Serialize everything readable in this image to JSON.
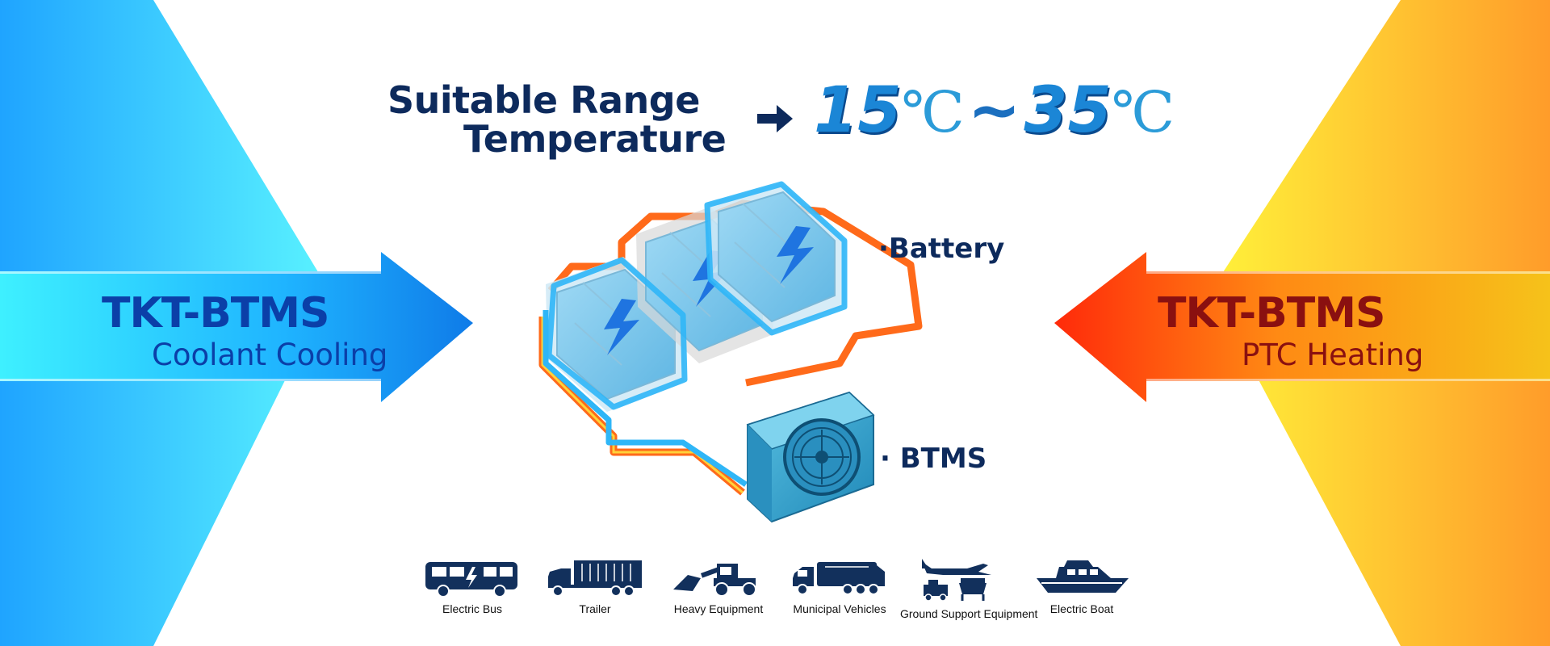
{
  "banner": {
    "heading_line1": "Suitable Range",
    "heading_line2": "Temperature",
    "range_low": "15",
    "range_high": "35",
    "range_unit": "℃",
    "range_separator": "~",
    "left_title": "TKT-BTMS",
    "left_subtitle": "Coolant Cooling",
    "right_title": "TKT-BTMS",
    "right_subtitle": "PTC Heating",
    "callout_battery": "·Battery",
    "callout_btms": "· BTMS"
  },
  "vehicles": [
    {
      "label": "Electric Bus",
      "icon": "bus-icon"
    },
    {
      "label": "Trailer",
      "icon": "trailer-truck-icon"
    },
    {
      "label": "Heavy Equipment",
      "icon": "loader-icon"
    },
    {
      "label": "Municipal Vehicles",
      "icon": "garbage-truck-icon"
    },
    {
      "label": "Ground Support Equipment",
      "icon": "airplane-ground-support-icon"
    },
    {
      "label": "Electric Boat",
      "icon": "boat-icon"
    }
  ],
  "colors": {
    "cool_light": "#52f2ff",
    "cool_dark": "#1e8ef0",
    "warm_light": "#ffe62a",
    "warm_dark": "#ff9d2c",
    "heading": "#0d2a5c"
  }
}
